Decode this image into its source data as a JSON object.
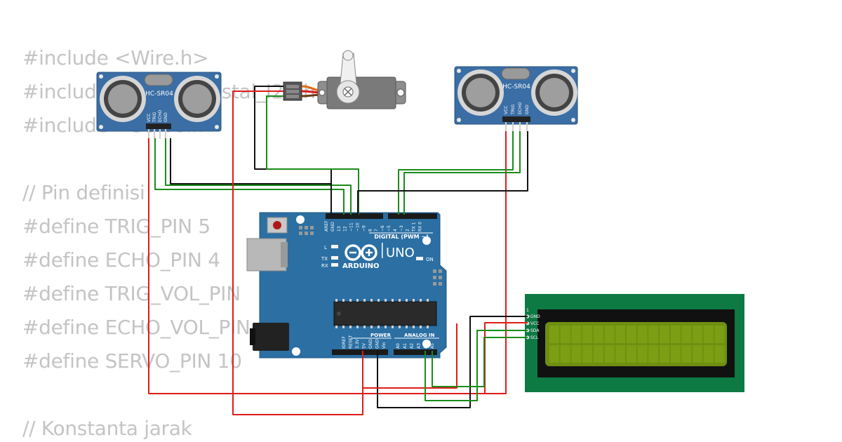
{
  "code_lines": [
    "#include <Wire.h>",
    "#include <LiquidCrystal_I2C.h>",
    "#include <Servo.h>",
    "",
    "// Pin definisi",
    "#define TRIG_PIN 5",
    "#define ECHO_PIN 4",
    "#define TRIG_VOL_PIN",
    "#define ECHO_VOL_PIN",
    "#define SERVO_PIN 10",
    "",
    "// Konstanta jarak"
  ],
  "sensor_left": {
    "label": "HC-SR04",
    "pins": [
      "VCC",
      "TRIG",
      "ECHO",
      "GND"
    ]
  },
  "sensor_right": {
    "label": "HC-SR04",
    "pins": [
      "VCC",
      "TRIG",
      "ECHO",
      "GND"
    ]
  },
  "arduino": {
    "brand": "ARDUINO",
    "model": "UNO",
    "digital_label": "DIGITAL (PWM ~)",
    "power_label": "POWER",
    "analog_label": "ANALOG IN",
    "on_label": "ON",
    "led_labels": [
      "L",
      "TX",
      "RX"
    ],
    "digital_pins": [
      "AREF",
      "GND",
      "13",
      "12",
      "~11",
      "~10",
      "~9",
      "8",
      "7",
      "~6",
      "~5",
      "4",
      "~3",
      "2",
      "TX 1",
      "RX 0"
    ],
    "power_pins": [
      "IOREF",
      "RESET",
      "3.3V",
      "5V",
      "GND",
      "GND",
      "Vin"
    ],
    "analog_pins": [
      "A0",
      "A1",
      "A2",
      "A3",
      "A4",
      "A5"
    ]
  },
  "lcd": {
    "pin_one": "1",
    "pins": [
      "GND",
      "VCC",
      "SDA",
      "SCL"
    ]
  },
  "colors": {
    "board": "#2b6fa3",
    "sensor": "#3a6ea5",
    "lcd_pcb": "#0d7a44",
    "lcd_screen": "#6e8f10",
    "wire_red": "#e01b1b",
    "wire_black": "#111111",
    "wire_green": "#1a8c1a",
    "code_text": "#c4c4c4"
  }
}
